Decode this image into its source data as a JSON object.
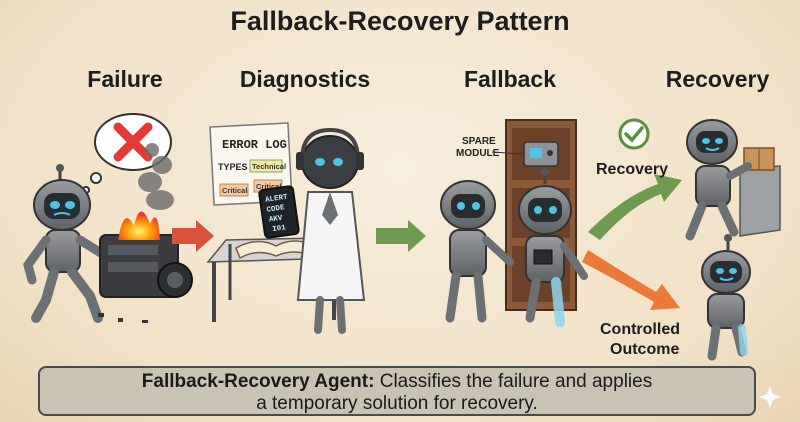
{
  "title": "Fallback-Recovery Pattern",
  "stages": [
    {
      "label": "Failure"
    },
    {
      "label": "Diagnostics"
    },
    {
      "label": "Fallback"
    },
    {
      "label": "Recovery"
    }
  ],
  "diagnostics": {
    "board_title": "ERROR LOG",
    "types_label": "TYPES",
    "technical_label": "Technical",
    "critical_label_1": "Critical",
    "critical_label_2": "Critical",
    "tablet_line_1": "ALERT",
    "tablet_line_2": "CODE",
    "tablet_line_3": "AKV",
    "tablet_line_4": "I01"
  },
  "fallback": {
    "spare_line_1": "SPARE",
    "spare_line_2": "MODULE"
  },
  "outcomes": {
    "recovery_label": "Recovery",
    "controlled_line_1": "Controlled",
    "controlled_line_2": "Outcome"
  },
  "caption": {
    "bold": "Fallback-Recovery Agent:",
    "rest_line_1": "Classifies the failure and applies",
    "rest_line_2": "a temporary solution for recovery."
  },
  "colors": {
    "arrow_red": "#d9533b",
    "arrow_green": "#6f9a4f",
    "arrow_orange": "#e97a3a",
    "robot_body": "#7a7d80",
    "robot_eye": "#4fc3e6"
  }
}
